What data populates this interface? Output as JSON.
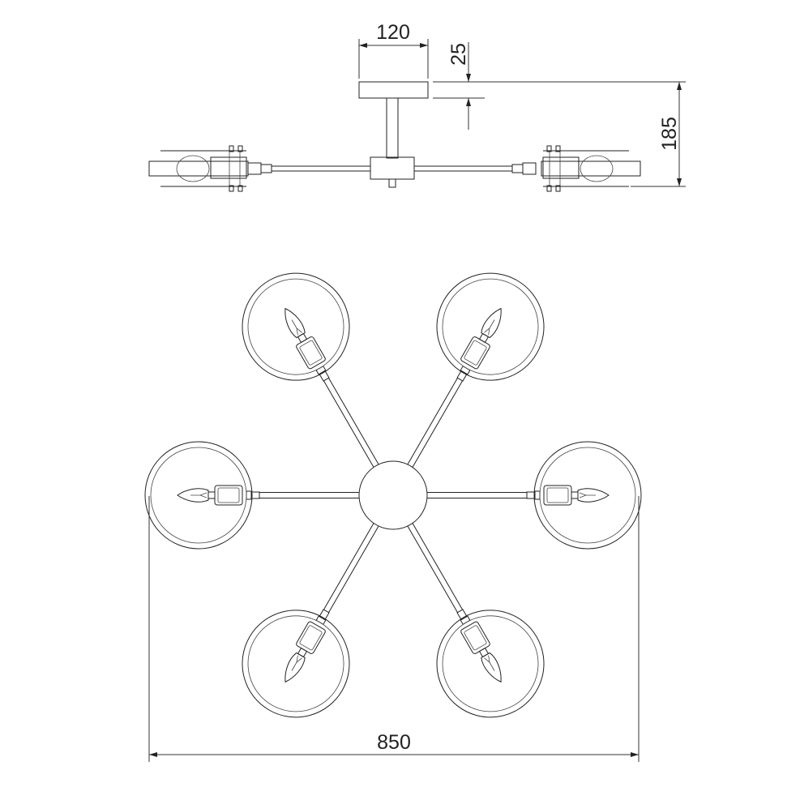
{
  "dimensions": {
    "top_width": "120",
    "plate_height": "25",
    "total_height": "185",
    "overall_width": "850"
  }
}
